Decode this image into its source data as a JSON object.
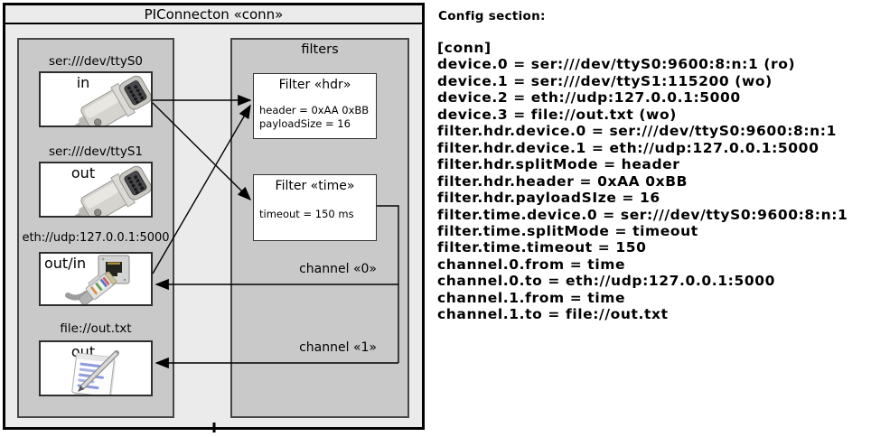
{
  "colors": {
    "outer_fill": "#ebebeb",
    "panel_fill": "#c9c9c9",
    "box_fill": "#ffffff",
    "line_color": "#000000"
  },
  "diagram": {
    "title": "PIConnecton «conn»",
    "devices": [
      {
        "label": "ser:///dev/ttyS0",
        "direction": "in",
        "icon": "serial-connector-icon"
      },
      {
        "label": "ser:///dev/ttyS1",
        "direction": "out",
        "icon": "serial-connector-icon"
      },
      {
        "label": "eth://udp:127.0.0.1:5000",
        "direction": "out/in",
        "icon": "ethernet-connector-icon"
      },
      {
        "label": "file://out.txt",
        "direction": "out",
        "icon": "notepad-pen-icon"
      }
    ],
    "filters_panel_title": "filters",
    "filters": [
      {
        "title": "Filter «hdr»",
        "attributes": [
          "header = 0xAA 0xBB",
          "payloadSize = 16"
        ]
      },
      {
        "title": "Filter «time»",
        "attributes": [
          "timeout = 150 ms"
        ]
      }
    ],
    "channels": [
      {
        "label": "channel «0»"
      },
      {
        "label": "channel «1»"
      }
    ]
  },
  "config": {
    "heading": "Config section:",
    "lines": [
      "[conn]",
      "device.0 = ser:///dev/ttyS0:9600:8:n:1 (ro)",
      "device.1 = ser:///dev/ttyS1:115200 (wo)",
      "device.2 = eth://udp:127.0.0.1:5000",
      "device.3 = file://out.txt (wo)",
      "filter.hdr.device.0 = ser:///dev/ttyS0:9600:8:n:1",
      "filter.hdr.device.1 = eth://udp:127.0.0.1:5000",
      "filter.hdr.splitMode = header",
      "filter.hdr.header = 0xAA 0xBB",
      "filter.hdr.payloadSIze = 16",
      "filter.time.device.0 = ser:///dev/ttyS0:9600:8:n:1",
      "filter.time.splitMode = timeout",
      "filter.time.timeout = 150",
      "channel.0.from = time",
      "channel.0.to = eth://udp:127.0.0.1:5000",
      "channel.1.from = time",
      "channel.1.to = file://out.txt"
    ]
  }
}
